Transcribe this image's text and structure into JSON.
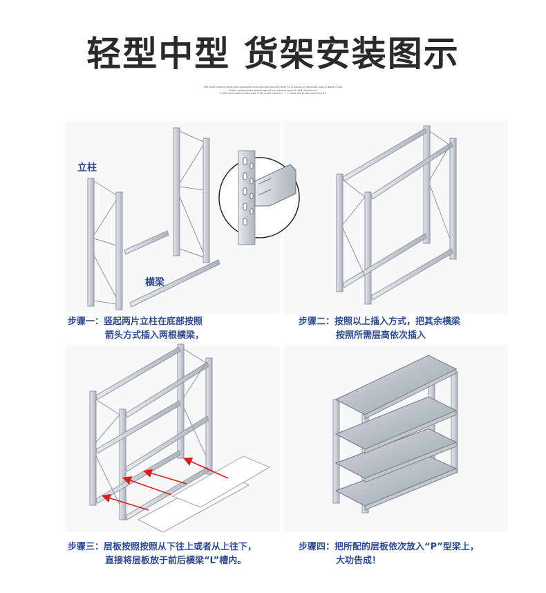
{
  "title": "轻型中型 货架安装图示",
  "fine_print": [
    "CBS multi-channel triple lock composite structure lock security level 5A in excess of the super class B grade X lock",
    "Safety performance advantages of exceedance against theft interleaved",
    "A CBS multi-channel lock core is the super class B + + 1 -class safety lock performance"
  ],
  "labels": {
    "upright": "立柱",
    "beam": "横梁"
  },
  "steps": [
    {
      "head": "步骤一：",
      "line1": "竖起两片立柱在底部按照",
      "line2": "箭头方式插入两根横梁，"
    },
    {
      "head": "步骤二：",
      "line1": "按照以上插入方式，把其余横梁",
      "line2": "按照所需层高依次插入"
    },
    {
      "head": "步骤三：",
      "line1": "层板按照按照从下往上或者从上往下，",
      "line2": "直接将层板放于前后横梁“L”槽内。"
    },
    {
      "head": "步骤四：",
      "line1": "把所配的层板依次放入“P”型梁上，",
      "line2": "大功告成！"
    }
  ],
  "colors": {
    "title": "#2a2a2a",
    "step_text": "#2e4a8f",
    "steel": "#c9ced6",
    "steel_edge": "#8d949e",
    "arrow": "#d32020",
    "shelf": "#b8bdc5"
  }
}
